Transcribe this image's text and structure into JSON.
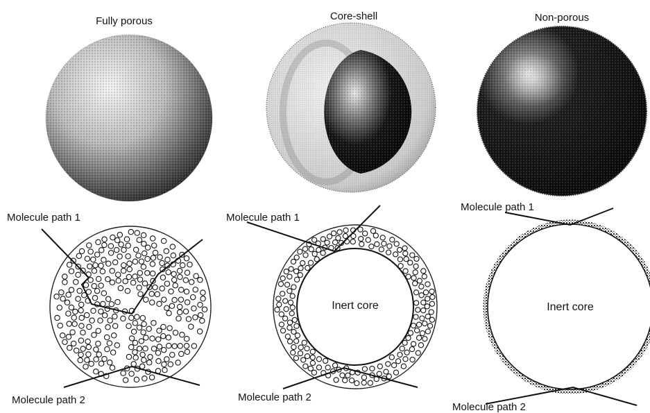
{
  "panels": [
    {
      "title": "Fully porous",
      "path1_label": "Molecule path 1",
      "path2_label": "Molecule path 2",
      "core_label": ""
    },
    {
      "title": "Core-shell",
      "path1_label": "Molecule path 1",
      "path2_label": "Molecule path 2",
      "core_label": "Inert core"
    },
    {
      "title": "Non-porous",
      "path1_label": "Molecule path 1",
      "path2_label": "Molecule path 2",
      "core_label": "Inert core"
    }
  ],
  "colors": {
    "ink": "#111111",
    "background": "#ffffff"
  }
}
